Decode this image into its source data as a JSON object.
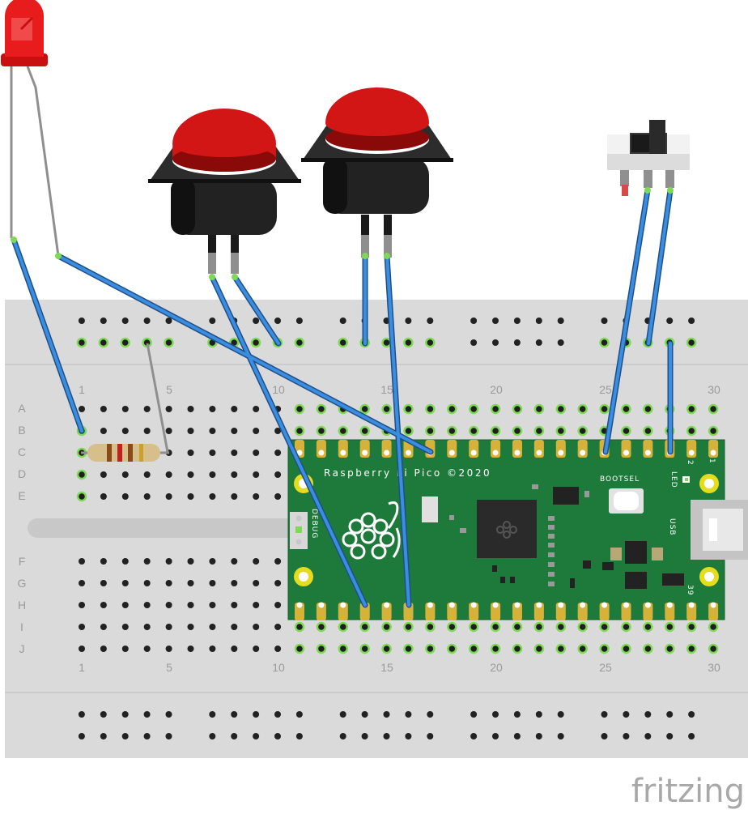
{
  "breadboard": {
    "column_numbers": [
      "1",
      "5",
      "10",
      "15",
      "20",
      "25",
      "30"
    ],
    "row_letters_top": [
      "A",
      "B",
      "C",
      "D",
      "E"
    ],
    "row_letters_bottom": [
      "F",
      "G",
      "H",
      "I",
      "J"
    ]
  },
  "pico": {
    "title": "Raspberry Pi Pico ©2020",
    "bootsel": "BOOTSEL",
    "led": "LED",
    "usb": "USB",
    "debug": "DEBUG",
    "pin1": "1",
    "pin2": "2",
    "pin39": "39"
  },
  "branding": {
    "logo": "fritzing"
  },
  "colors": {
    "breadboard": "#dadada",
    "wire_blue": "#2f7bd0",
    "wire_grey": "#8f8f8f",
    "pico_green": "#1e7a3a",
    "button_red": "#d21515",
    "led_red": "#e81c1c",
    "connected_hole": "#7ed957"
  }
}
